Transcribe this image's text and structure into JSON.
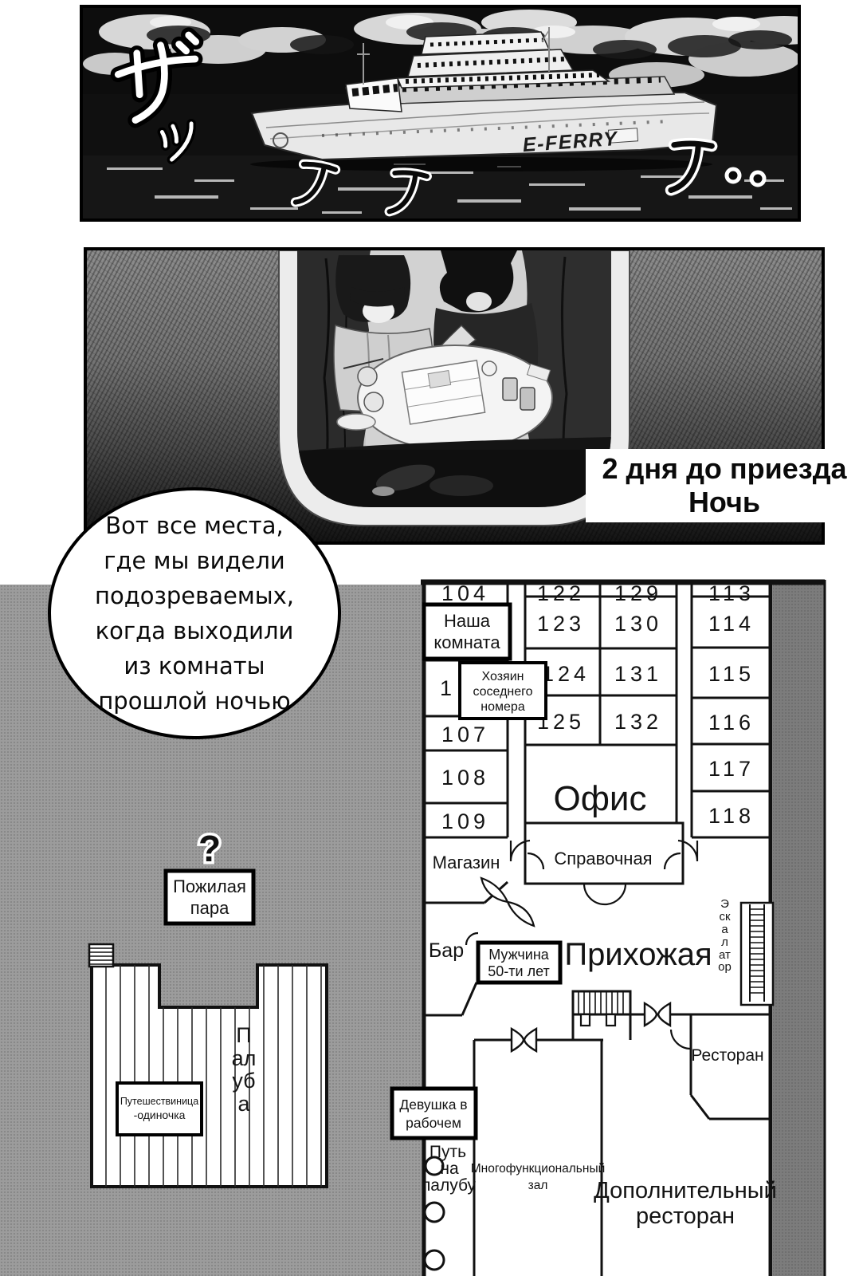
{
  "colors": {
    "wall": "#111111",
    "paper": "#ffffff",
    "halftone_bg": "#9c9c9c",
    "dark_band": "#7c7c7c",
    "ink": "#000000"
  },
  "panel1": {
    "ship_name": "E-FERRY",
    "sfx_za": "ザ",
    "sfx_tsu": "ッ",
    "sfx_splash_left": "ア",
    "sfx_splash_mid": "ア",
    "sfx_splash_right": "ア",
    "sfx_dots": "。。"
  },
  "panel2": {
    "caption_line1": "2 дня до приезда",
    "caption_line2": "Ночь"
  },
  "bubble": {
    "line1": "Вот все места,",
    "line2": "где мы видели",
    "line3": "подозреваемых,",
    "line4": "когда выходили",
    "line5": "из комнаты",
    "line6": "прошлой ночью"
  },
  "plan": {
    "rooms": {
      "r104": "104",
      "r122": "122",
      "r129": "129",
      "r113": "113",
      "r123": "123",
      "r130": "130",
      "r114": "114",
      "r106": "1",
      "r124": "124",
      "r131": "131",
      "r115": "115",
      "r107": "107",
      "r125": "125",
      "r132": "132",
      "r116": "116",
      "r108": "108",
      "r117": "117",
      "r109": "109",
      "r118": "118"
    },
    "areas": {
      "office": "Офис",
      "shop": "Магазин",
      "info_desk": "Справочная",
      "bar": "Бар",
      "lobby": "Прихожая",
      "escalator": "Эскалатор",
      "restaurant": "Ресторан",
      "extra_restaurant_line1": "Дополнительный",
      "extra_restaurant_line2": "ресторан",
      "hall_line1": "Многофункциональный",
      "hall_line2": "зал",
      "deck": "Палуба",
      "way_line1": "Путь",
      "way_line2": "на",
      "way_line3": "палубу"
    },
    "tags": {
      "question_mark": "?",
      "our_room_line1": "Наша",
      "our_room_line2": "комната",
      "neighbor_line1": "Хозяин",
      "neighbor_line2": "соседнего",
      "neighbor_line3": "номера",
      "man50_line1": "Мужчина",
      "man50_line2": "50-ти лет",
      "elderly_line1": "Пожилая",
      "elderly_line2": "пара",
      "solo_line1": "Путешествиница",
      "solo_line2": "-одиночка",
      "worker_line1": "Девушка в",
      "worker_line2": "рабочем"
    }
  }
}
